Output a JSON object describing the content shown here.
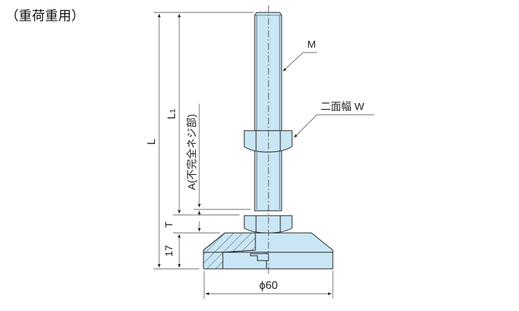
{
  "title": "（重荷重用）",
  "labels": {
    "L": "L",
    "L1_main": "L",
    "L1_sub": "1",
    "A": "A(不完全ネジ部)",
    "T": "T",
    "base_height": "17",
    "M": "M",
    "W": "二面幅 W",
    "diameter": "ϕ60"
  },
  "colors": {
    "fill": "#c9e6f5",
    "line": "#1a1a1a"
  }
}
